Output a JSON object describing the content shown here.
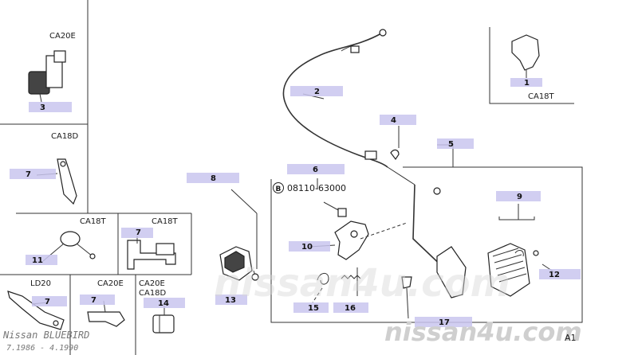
{
  "variants": {
    "ca20e_top": "CA20E",
    "ca18d": "CA18D",
    "ca18t_top": "CA18T",
    "ca18t_left": "CA18T",
    "ca18t_mid": "CA18T",
    "ld20": "LD20",
    "ca20e_bot": "CA20E",
    "ca20e_ca18d_1": "CA20E",
    "ca20e_ca18d_2": "CA18D"
  },
  "callouts": {
    "p1": "1",
    "p2": "2",
    "p3": "3",
    "p4": "4",
    "p5": "5",
    "p6": "6",
    "p7a": "7",
    "p7b": "7",
    "p7c": "7",
    "p7d": "7",
    "p8": "8",
    "p9": "9",
    "p10": "10",
    "p11": "11",
    "p12": "12",
    "p13": "13",
    "p14": "14",
    "p15": "15",
    "p16": "16",
    "p17": "17"
  },
  "part_number": "08110-63000",
  "part_number_symbol": "B",
  "footer": {
    "model": "Nissan BLUEBIRD",
    "dates": "7.1986 - 4.1990",
    "watermark": "nissan4u.com",
    "page_ref": "A1"
  }
}
